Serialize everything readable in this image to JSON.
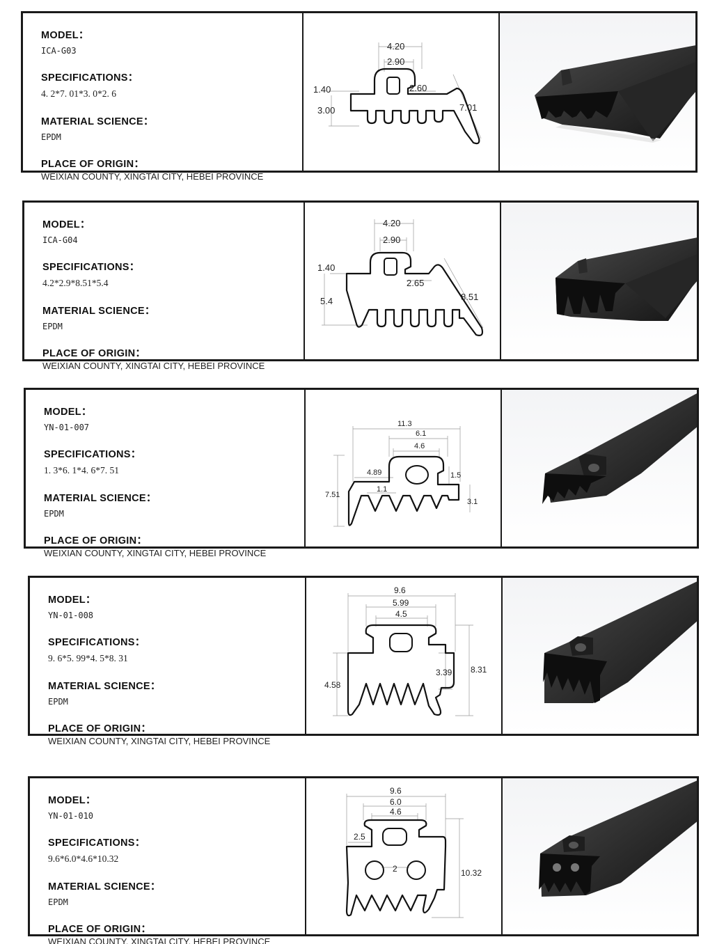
{
  "labels": {
    "model": "MODEL：",
    "specifications": "SPECIFICATIONS：",
    "material": "MATERIAL SCIENCE：",
    "origin": "PLACE OF ORIGIN："
  },
  "products": [
    {
      "model": "ICA-G03",
      "specifications": "4. 2*7. 01*3. 0*2. 6",
      "material": "EPDM",
      "origin": "WEIXIAN COUNTY, XINGTAI CITY, HEBEI PROVINCE",
      "dims": [
        "4.20",
        "2.90",
        "1.40",
        "2.60",
        "3.00",
        "7.01"
      ]
    },
    {
      "model": "ICA-G04",
      "specifications": "4.2*2.9*8.51*5.4",
      "material": "EPDM",
      "origin": "WEIXIAN COUNTY, XINGTAI CITY, HEBEI PROVINCE",
      "dims": [
        "4.20",
        "2.90",
        "1.40",
        "2.65",
        "5.4",
        "8.51"
      ]
    },
    {
      "model": "YN-01-007",
      "specifications": "1. 3*6. 1*4. 6*7. 51",
      "material": "EPDM",
      "origin": "WEIXIAN COUNTY, XINGTAI CITY, HEBEI PROVINCE",
      "dims": [
        "11.3",
        "6.1",
        "4.6",
        "4.89",
        "1.5",
        "1.1",
        "7.51",
        "3.1"
      ]
    },
    {
      "model": "YN-01-008",
      "specifications": "9. 6*5. 99*4. 5*8. 31",
      "material": "EPDM",
      "origin": "WEIXIAN COUNTY, XINGTAI CITY, HEBEI PROVINCE",
      "dims": [
        "9.6",
        "5.99",
        "4.5",
        "4.58",
        "3.39",
        "8.31"
      ]
    },
    {
      "model": "YN-01-010",
      "specifications": "9.6*6.0*4.6*10.32",
      "material": "EPDM",
      "origin": "WEIXIAN COUNTY, XINGTAI CITY, HEBEI PROVINCE",
      "dims": [
        "9.6",
        "6.0",
        "4.6",
        "2.5",
        "2",
        "10.32"
      ]
    }
  ]
}
